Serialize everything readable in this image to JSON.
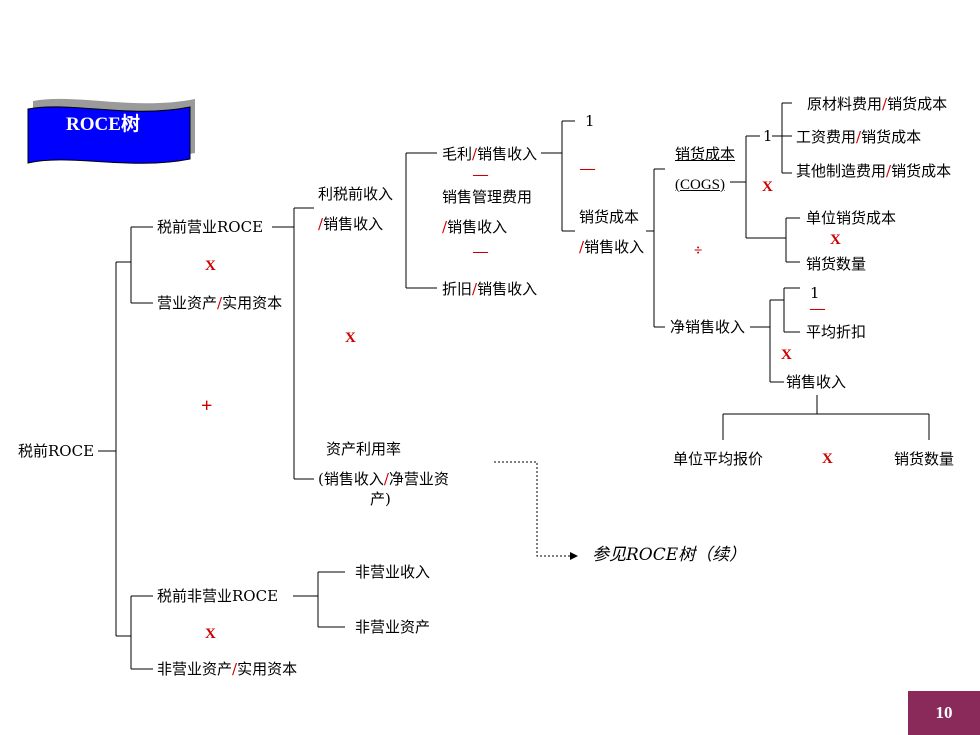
{
  "banner": {
    "title": "ROCE树"
  },
  "root": "税前ROCE",
  "operating": {
    "label": "税前营业ROCE",
    "op_multiply": "X",
    "assets_label_part1": "营业资产",
    "assets_label_part2": "/",
    "assets_label_part3": "实用资本"
  },
  "plus": "+",
  "ebit": {
    "line1": "利税前收入",
    "line2_slash": "/",
    "line2_text": "销售收入",
    "gross_profit_a": "毛利",
    "gross_profit_b": "/",
    "gross_profit_c": "销售收入",
    "minus1": "—",
    "sga_line1": "销售管理费用",
    "sga_slash": "/",
    "sga_line2": "销售收入",
    "minus2": "—",
    "dep_a": "折旧",
    "dep_b": "/",
    "dep_c": "销售收入"
  },
  "gp_break": {
    "one": "1",
    "minus": "—",
    "cogs_line1": "销货成本",
    "cogs_slash": "/",
    "cogs_line2": "销售收入"
  },
  "cogs_ratio": {
    "cogs_label": "销货成本",
    "cogs_abbr": "(COGS)",
    "multiply": "X",
    "divide": "÷",
    "one": "1",
    "material_a": "原材料费用",
    "material_b": "/",
    "material_c": "销货成本",
    "labor_a": "工资费用",
    "labor_b": "/",
    "labor_c": "销货成本",
    "overhead_a": "其他制造费用",
    "overhead_b": "/",
    "overhead_c": "销货成本",
    "unit_cost": "单位销货成本",
    "unit_multiply": "X",
    "qty": "销货数量"
  },
  "net_sales": {
    "label": "净销售收入",
    "one": "1",
    "minus": "—",
    "discount": "平均折扣",
    "multiply": "X",
    "sales": "销售收入",
    "avg_price": "单位平均报价",
    "sales_multiply": "X",
    "sales_qty": "销货数量"
  },
  "multiply_mid": "X",
  "asset_util": {
    "line1": "资产利用率",
    "line2_a": "(销售收入",
    "line2_b": "/",
    "line2_c": "净营业资",
    "line3": "产)"
  },
  "reference": "参见ROCE树（续）",
  "non_operating": {
    "label": "税前非营业ROCE",
    "multiply": "X",
    "assets_a": "非营业资产",
    "assets_b": "/",
    "assets_c": "实用资本",
    "income": "非营业收入",
    "assets_right": "非营业资产"
  },
  "page_number": "10",
  "colors": {
    "accent_red": "#cc0000",
    "banner_blue": "#0000ff",
    "page_badge": "#8a2a5a"
  }
}
